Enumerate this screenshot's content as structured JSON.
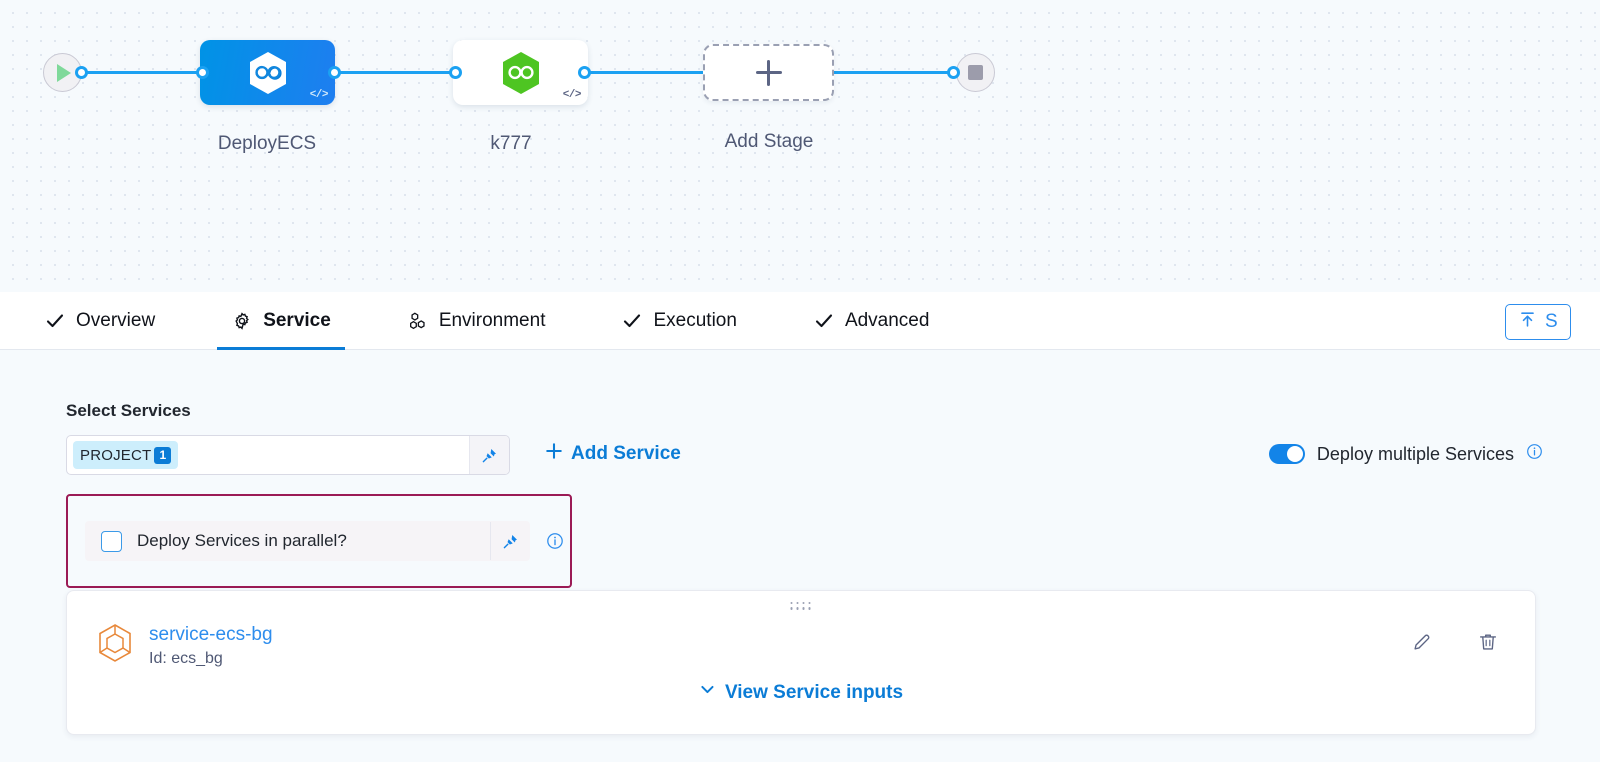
{
  "pipeline": {
    "start_node": {
      "icon": "play-icon",
      "name": "start-node"
    },
    "end_node": {
      "icon": "stop-icon",
      "name": "end-node"
    },
    "stages": [
      {
        "label": "DeployECS",
        "icon": "harness-hexagon-icon",
        "badge": "</>",
        "selected": true,
        "color": "#0b7cd6"
      },
      {
        "label": "k777",
        "icon": "harness-hexagon-green-icon",
        "badge": "</>",
        "selected": false,
        "color": "#4caf2f"
      }
    ],
    "add_stage": {
      "label": "Add Stage",
      "icon": "plus-icon"
    }
  },
  "tabs": [
    {
      "label": "Overview",
      "icon": "check-icon",
      "active": false
    },
    {
      "label": "Service",
      "icon": "gear-icon",
      "active": true
    },
    {
      "label": "Environment",
      "icon": "hexagon-cluster-icon",
      "active": false
    },
    {
      "label": "Execution",
      "icon": "check-icon",
      "active": false
    },
    {
      "label": "Advanced",
      "icon": "check-icon",
      "active": false
    }
  ],
  "save_button": {
    "label": "S",
    "icon": "upload-icon"
  },
  "service_section": {
    "title": "Select Services",
    "select": {
      "chip_label": "PROJECT",
      "chip_count": "1",
      "pin_icon": "pin-icon"
    },
    "add_service_label": "Add Service",
    "deploy_multiple": {
      "label": "Deploy multiple Services",
      "enabled": true,
      "info_icon": "info-icon"
    },
    "parallel": {
      "label": "Deploy Services in parallel?",
      "checked": false,
      "pin_icon": "pin-icon",
      "info_icon": "info-icon",
      "highlight_color": "#9b1a55"
    },
    "service_card": {
      "name": "service-ecs-bg",
      "id_text": "Id: ecs_bg",
      "icon": "service-hexagon-icon",
      "view_inputs_label": "View Service inputs",
      "drag_handle": "drag-handle-icon",
      "edit_icon": "pencil-icon",
      "delete_icon": "trash-icon"
    }
  }
}
